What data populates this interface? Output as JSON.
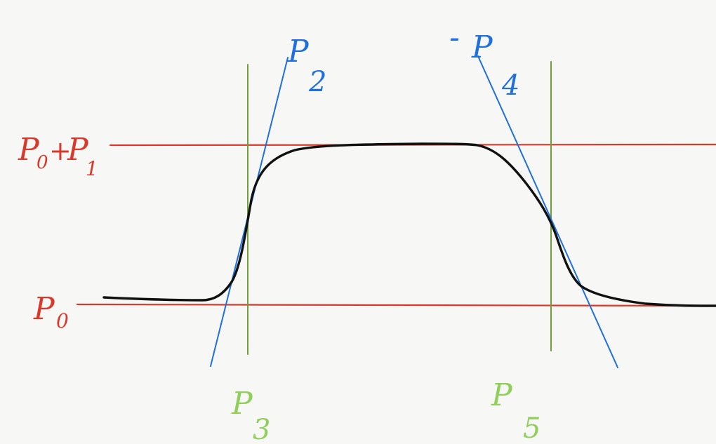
{
  "colors": {
    "background": "#f7f7f5",
    "baseline_lines": "#d9392b",
    "tangent_lines": "#1f6fe0",
    "vertical_lines": "#6f9e3a",
    "curve": "#111111",
    "red_labels": "#d9392b",
    "blue_labels": "#1f6fe0",
    "green_labels": "#8fcf5a"
  },
  "labels": {
    "p0_plus_p1": {
      "main": "P",
      "sub1": "0",
      "plus": "+",
      "main2": "P",
      "sub2": "1"
    },
    "p0": {
      "main": "P",
      "sub": "0"
    },
    "p2": {
      "main": "P",
      "sub": "2"
    },
    "neg_p4": {
      "minus": "-",
      "main": "P",
      "sub": "4"
    },
    "p3": {
      "main": "P",
      "sub": "3"
    },
    "p5": {
      "main": "P",
      "sub": "5"
    }
  },
  "icons": {
    "curve": "sigmoid-plateau-curve"
  }
}
